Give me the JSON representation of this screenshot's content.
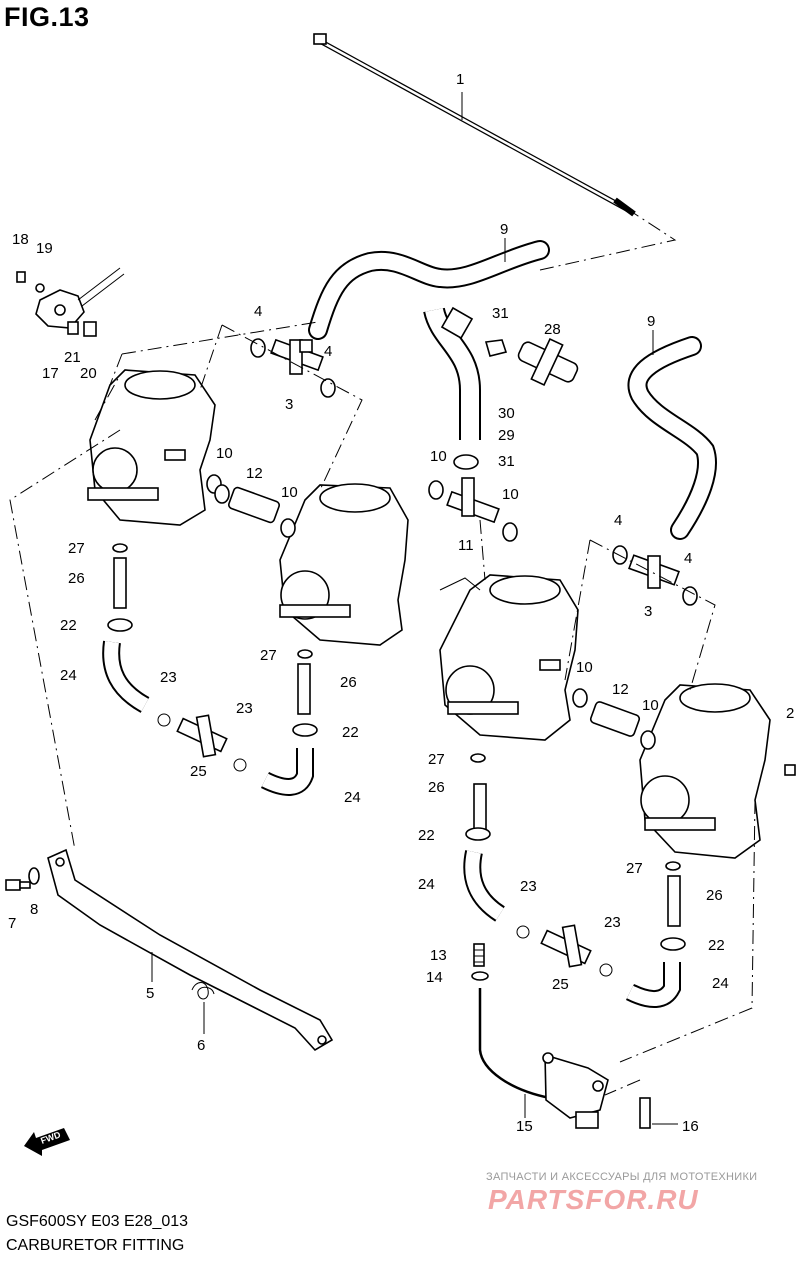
{
  "figure": {
    "title": "FIG.13",
    "model_code": "GSF600SY E03 E28_013",
    "caption": "CARBURETOR FITTING",
    "fwd_label": "FWD"
  },
  "watermark": {
    "tagline": "ЗАПЧАСТИ И АКСЕССУАРЫ ДЛЯ МОТОТЕХНИКИ",
    "brand": "PARTSFOR.RU"
  },
  "callouts": {
    "c1": "1",
    "c9a": "9",
    "c9b": "9",
    "c18": "18",
    "c19": "19",
    "c17": "17",
    "c21": "21",
    "c20": "20",
    "c4a": "4",
    "c4b": "4",
    "c3a": "3",
    "c31a": "31",
    "c28": "28",
    "c30": "30",
    "c29": "29",
    "c31b": "31",
    "c10a": "10",
    "c12a": "12",
    "c10b": "10",
    "c10c": "10",
    "c11": "11",
    "c10d": "10",
    "c4c": "4",
    "c4d": "4",
    "c3b": "3",
    "c27a": "27",
    "c26a": "26",
    "c22a": "22",
    "c24a": "24",
    "c23a": "23",
    "c25a": "25",
    "c27b": "27",
    "c26b": "26",
    "c23b": "23",
    "c22b": "22",
    "c24b": "24",
    "c10e": "10",
    "c12b": "12",
    "c10f": "10",
    "c2": "2",
    "c27c": "27",
    "c26c": "26",
    "c22c": "22",
    "c24c": "24",
    "c23c": "23",
    "c25b": "25",
    "c27d": "27",
    "c26d": "26",
    "c23d": "23",
    "c22d": "22",
    "c24d": "24",
    "c13": "13",
    "c14": "14",
    "c15": "15",
    "c16": "16",
    "c7": "7",
    "c8": "8",
    "c5": "5",
    "c6": "6"
  }
}
